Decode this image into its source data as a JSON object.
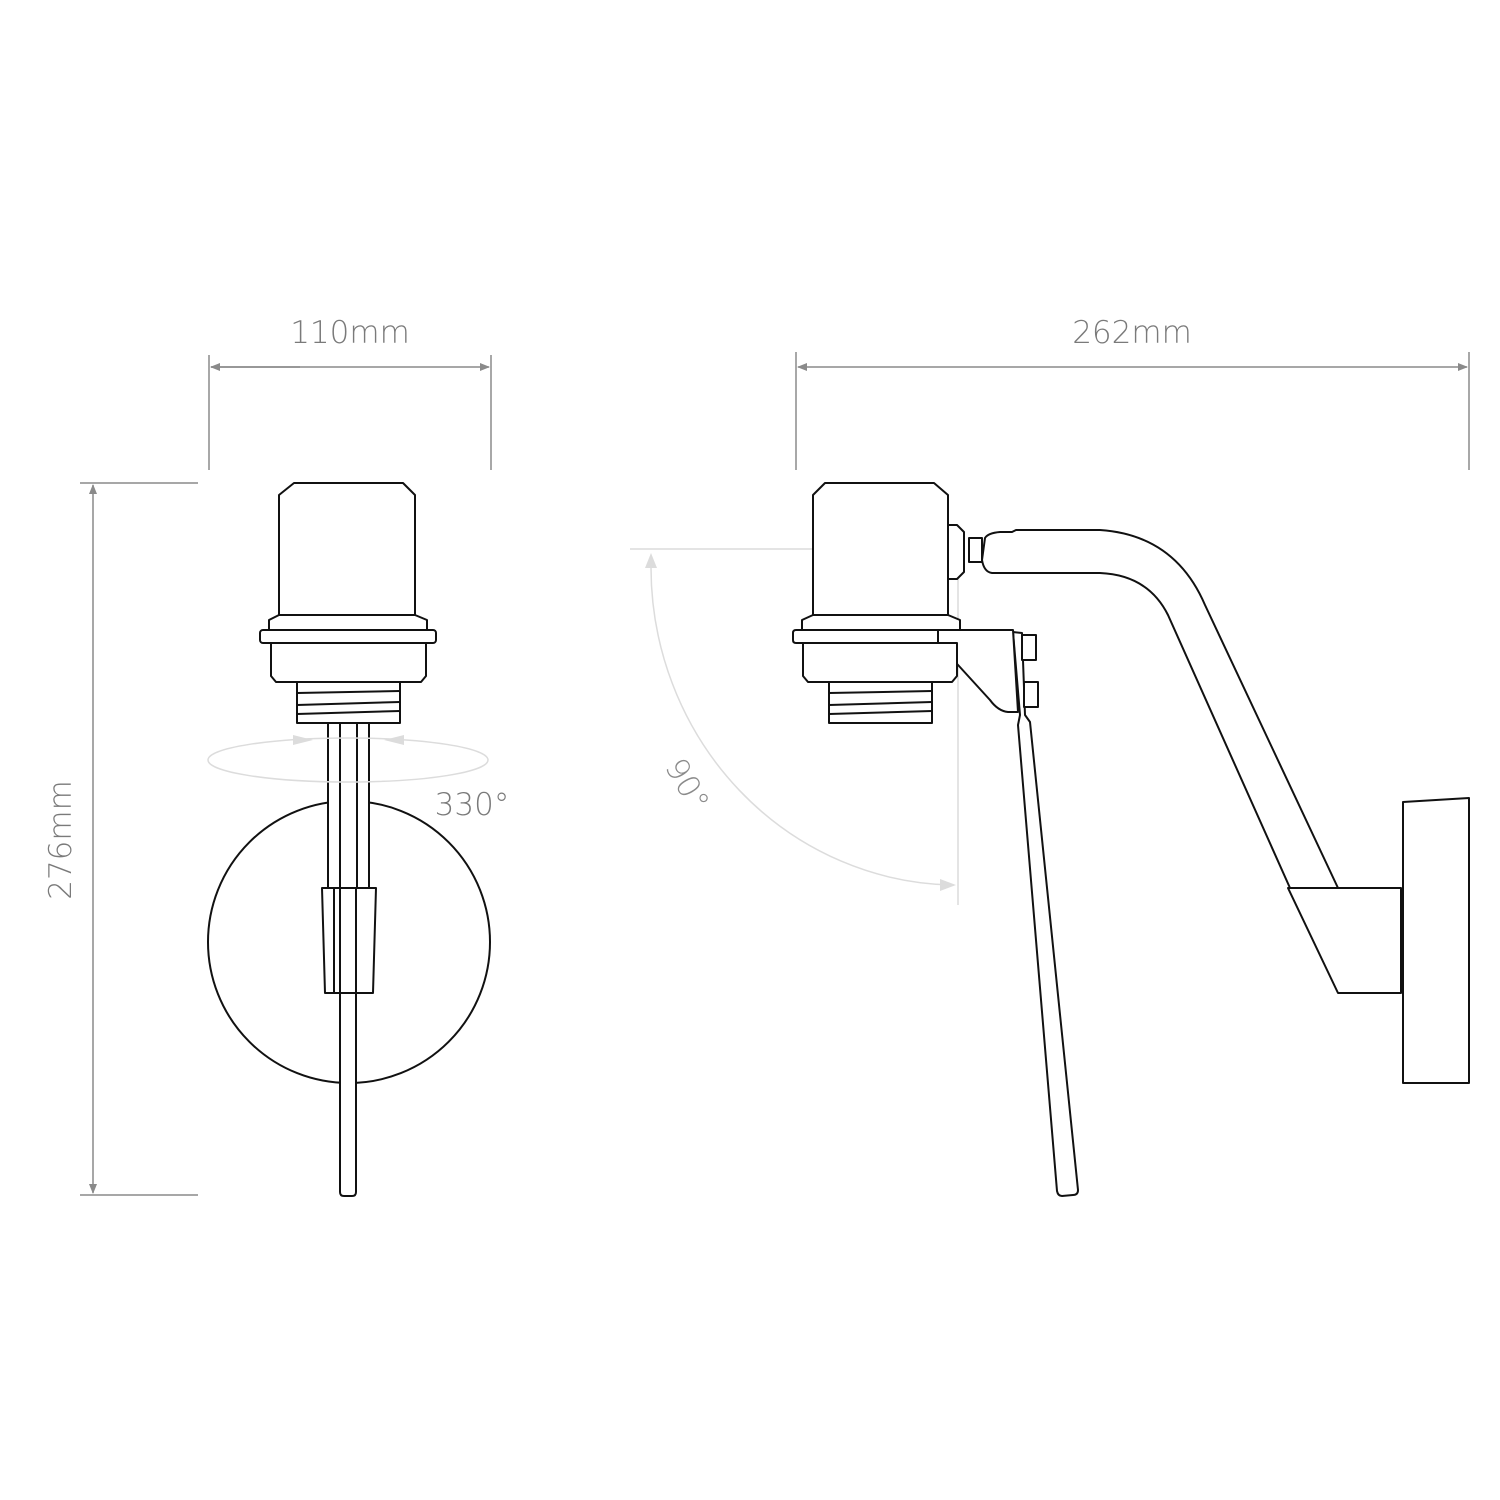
{
  "dimensions": {
    "front_width": "110mm",
    "height": "276mm",
    "side_depth": "262mm"
  },
  "annotations": {
    "rotation": "330°",
    "tilt": "90°"
  },
  "colors": {
    "line": "#111111",
    "dimension": "#8a8a8a",
    "guide": "#dcdcdc"
  }
}
